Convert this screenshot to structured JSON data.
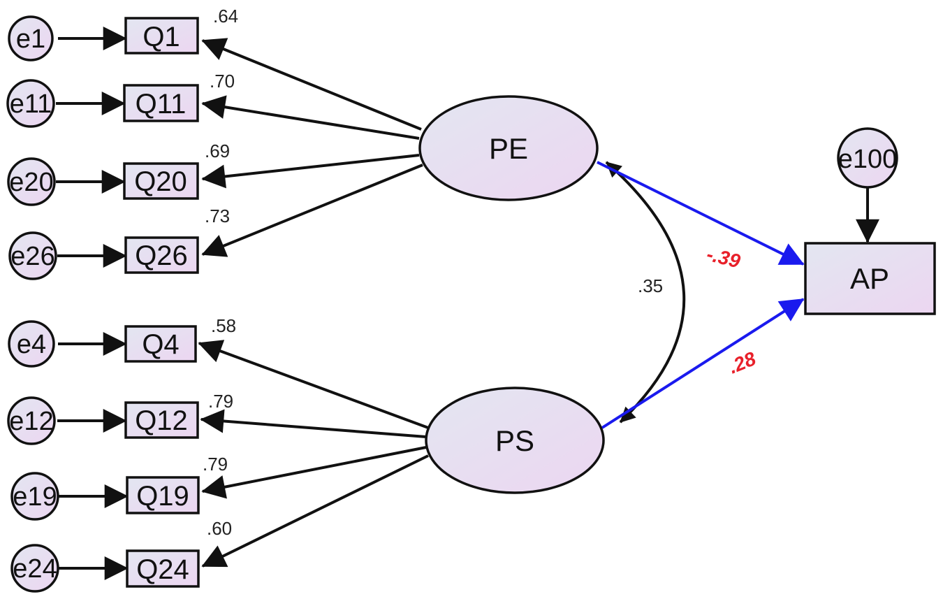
{
  "colors": {
    "node_fill_start": "#e3e6f1",
    "node_fill_end": "#ecd6f1",
    "edge": "#111111",
    "structural_edge": "#1a1aee",
    "highlight_coef": "#e8202a"
  },
  "latents": {
    "pe": "PE",
    "ps": "PS"
  },
  "outcome": {
    "label": "AP",
    "error": "e100"
  },
  "pe_indicators": [
    {
      "error": "e1",
      "item": "Q1",
      "loading": ".64"
    },
    {
      "error": "e11",
      "item": "Q11",
      "loading": ".70"
    },
    {
      "error": "e20",
      "item": "Q20",
      "loading": ".69"
    },
    {
      "error": "e26",
      "item": "Q26",
      "loading": ".73"
    }
  ],
  "ps_indicators": [
    {
      "error": "e4",
      "item": "Q4",
      "loading": ".58"
    },
    {
      "error": "e12",
      "item": "Q12",
      "loading": ".79"
    },
    {
      "error": "e19",
      "item": "Q19",
      "loading": ".79"
    },
    {
      "error": "e24",
      "item": "Q24",
      "loading": ".60"
    }
  ],
  "paths": {
    "pe_ps_covariance": ".35",
    "pe_to_ap": "-.39",
    "ps_to_ap": ".28"
  }
}
